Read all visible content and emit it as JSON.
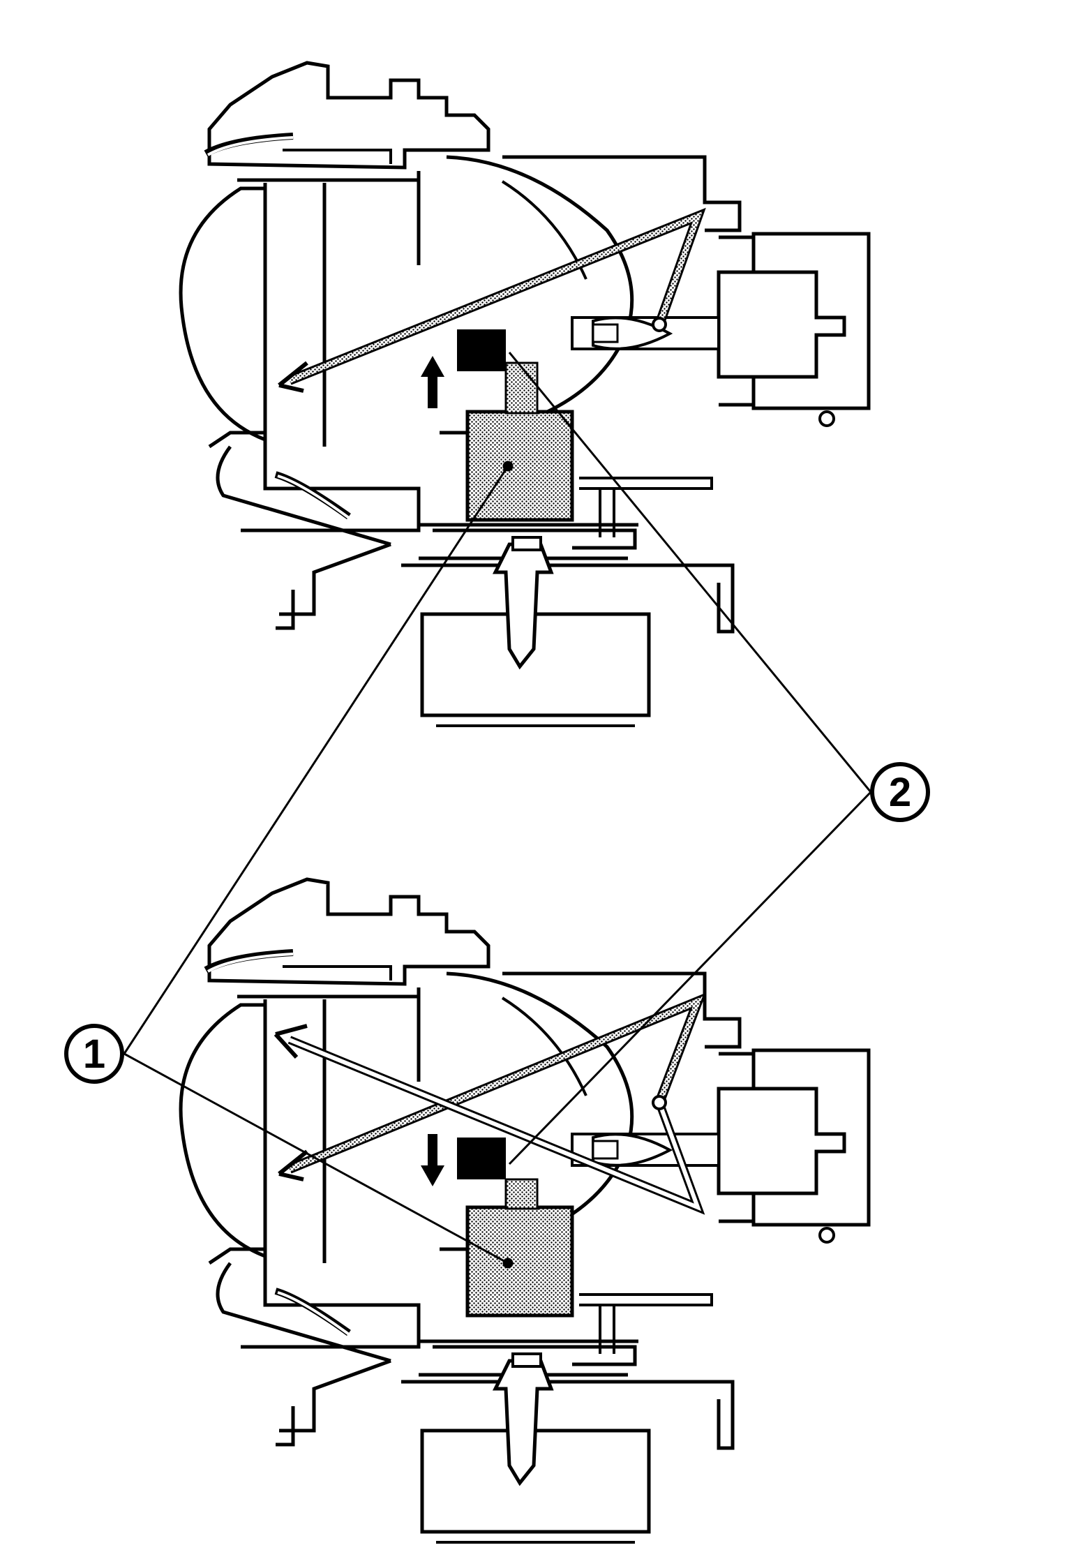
{
  "callouts": [
    {
      "id": "1",
      "label": "1"
    },
    {
      "id": "2",
      "label": "2"
    }
  ],
  "colors": {
    "line": "#000000",
    "background": "#ffffff",
    "stipple": "#000000"
  },
  "states": [
    {
      "id": "upper",
      "arrow": "up"
    },
    {
      "id": "lower",
      "arrow": "down"
    }
  ]
}
